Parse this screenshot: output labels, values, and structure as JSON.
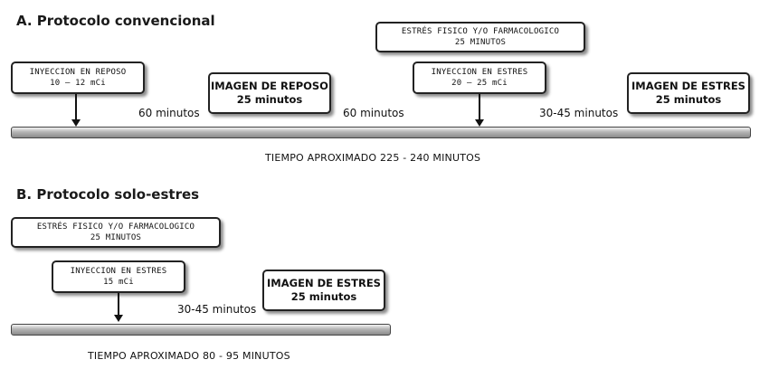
{
  "section_a": {
    "title": "A. Protocolo convencional",
    "stress_box": {
      "line1": "ESTRÉS FISICO Y/O FARMACOLOGICO",
      "line2": "25 MINUTOS"
    },
    "rest_injection": {
      "line1": "INYECCION EN REPOSO",
      "line2": "10 – 12 mCi"
    },
    "rest_image": {
      "line1": "IMAGEN DE REPOSO",
      "line2": "25 minutos"
    },
    "stress_injection": {
      "line1": "INYECCION EN ESTRES",
      "line2": "20 – 25 mCi"
    },
    "stress_image": {
      "line1": "IMAGEN DE ESTRES",
      "line2": "25 minutos"
    },
    "interval_1": "60 minutos",
    "interval_2": "60 minutos",
    "interval_3": "30-45 minutos",
    "total_time": "TIEMPO APROXIMADO 225 - 240 MINUTOS"
  },
  "section_b": {
    "title": "B. Protocolo solo-estres",
    "stress_box": {
      "line1": "ESTRÉS FISICO Y/O FARMACOLOGICO",
      "line2": "25 MINUTOS"
    },
    "stress_injection": {
      "line1": "INYECCION EN ESTRES",
      "line2": "15 mCi"
    },
    "stress_image": {
      "line1": "IMAGEN DE ESTRES",
      "line2": "25 minutos"
    },
    "interval_1": "30-45 minutos",
    "total_time": "TIEMPO APROXIMADO 80 - 95 MINUTOS"
  }
}
